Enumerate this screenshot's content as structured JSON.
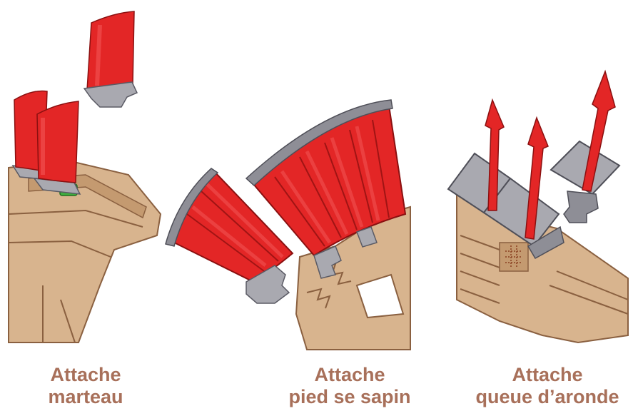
{
  "captions": [
    {
      "line1": "Attache",
      "line2": "marteau"
    },
    {
      "line1": "Attache",
      "line2": "pied se sapin"
    },
    {
      "line1": "Attache",
      "line2": "queue d’aronde"
    }
  ],
  "colors": {
    "disk": "#d8b48e",
    "disk_dark": "#b9895f",
    "blade": "#e32626",
    "blade_light": "#f25555",
    "root": "#a9a9b0",
    "root_dark": "#6f6f78",
    "caption": "#a8705a",
    "lock": "#3fae3f"
  }
}
